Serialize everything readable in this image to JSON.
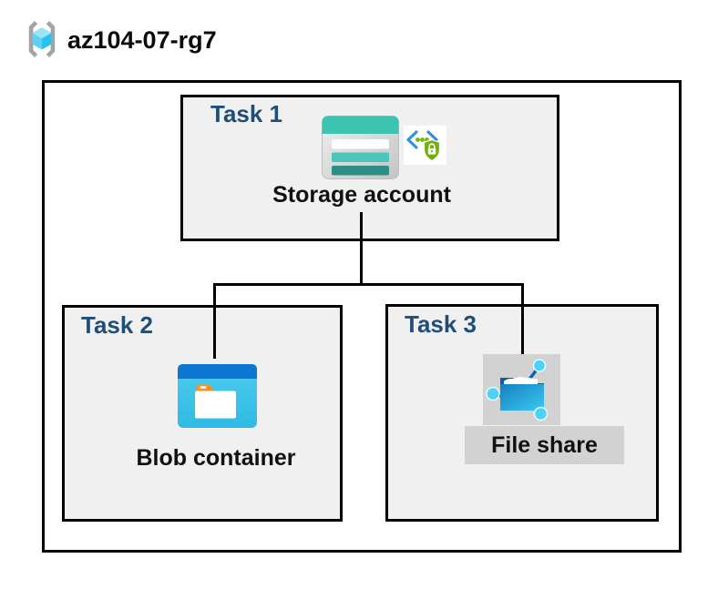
{
  "header": {
    "title": "az104-07-rg7",
    "icon": "resource-group-icon"
  },
  "tasks": {
    "task1": {
      "label": "Task 1",
      "node_label": "Storage account",
      "icons": [
        "storage-account-icon",
        "secure-endpoint-shield-icon"
      ]
    },
    "task2": {
      "label": "Task 2",
      "node_label": "Blob container",
      "icon": "blob-container-icon"
    },
    "task3": {
      "label": "Task 3",
      "node_label": "File share",
      "icon": "file-share-icon"
    }
  },
  "connectors": {
    "description": "tree from Storage account down to Blob container and File share",
    "color": "#000000"
  },
  "colors": {
    "task_label_navy": "#1F4E79",
    "panel_fill": "#F0F0F0",
    "border_black": "#000000",
    "storage_teal": "#3CC3B1",
    "storage_teal_dark": "#2B8F86",
    "blob_band_blue": "#0C76D0",
    "blob_body_cyan": "#3FC6EA",
    "folder_tab_orange": "#F7941E",
    "shield_green": "#6FB10A",
    "code_bracket_blue": "#2E93D9",
    "file_share_highlight_gray": "#D2D2D2",
    "cube_cyan": "#5FD1F2",
    "bracket_gray": "#A3A3A3"
  }
}
